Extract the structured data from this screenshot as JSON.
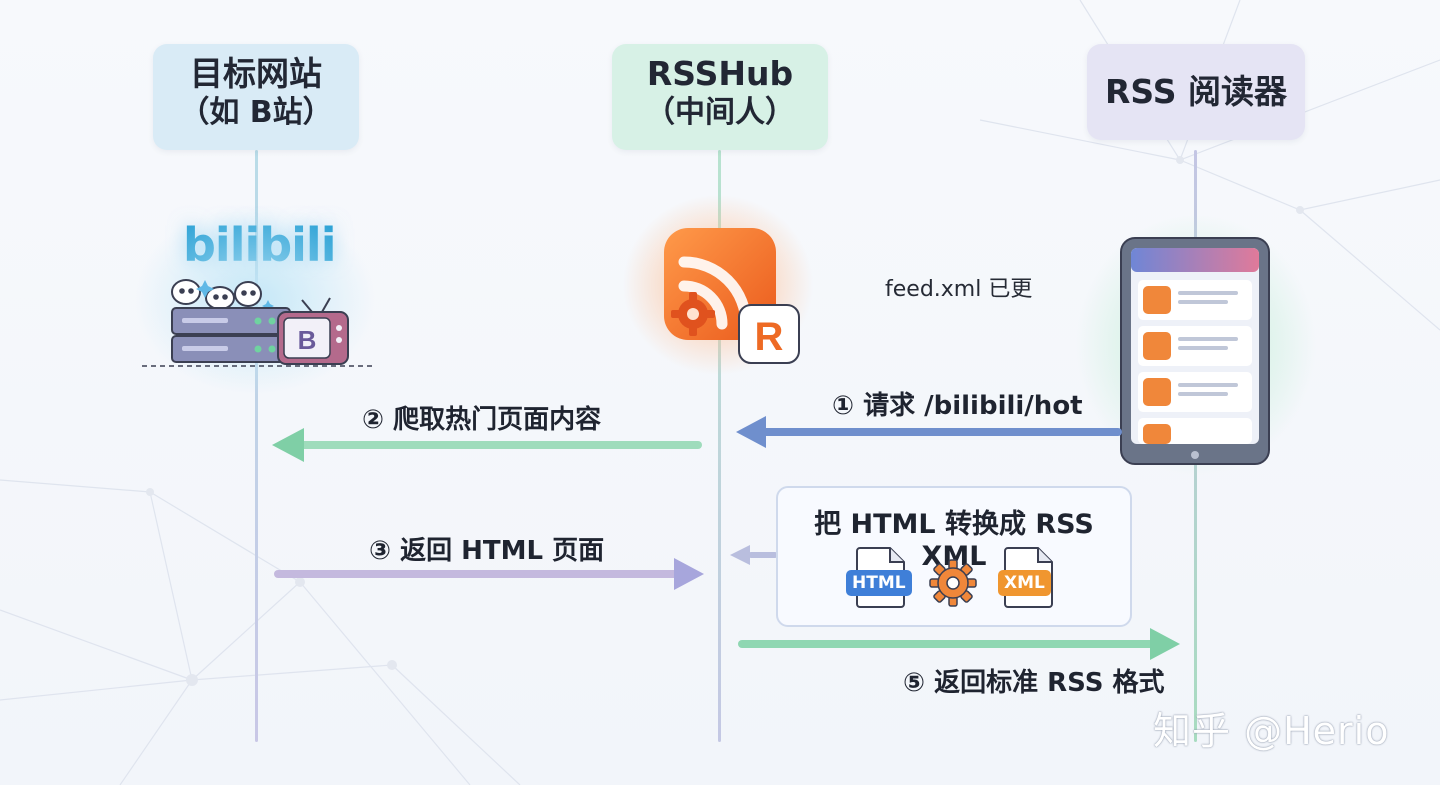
{
  "columns": {
    "target": {
      "line1": "目标网站",
      "line2": "（如 B站）"
    },
    "hub": {
      "line1": "RSSHub",
      "line2": "（中间人）"
    },
    "reader": {
      "line1": "RSS 阅读器"
    }
  },
  "logos": {
    "bilibili_text": "bilibili",
    "tv_badge": "B",
    "rss_badge": "R"
  },
  "steps": {
    "step1": "① 请求 /bilibili/hot",
    "step2": "② 爬取热门页面内容",
    "step3": "③ 返回 HTML 页面",
    "step4": "把 HTML 转换成 RSS XML",
    "step5": "⑤ 返回标准 RSS 格式"
  },
  "feed_note": "feed.xml 已更",
  "convert": {
    "html_label": "HTML",
    "xml_label": "XML"
  },
  "watermark": "知乎 @Herio",
  "colors": {
    "target_header": "#d9ebf6",
    "hub_header": "#d7f1e6",
    "reader_header": "#e5e4f4",
    "rss_orange": "#f07a2a",
    "arrow_blue": "#6f8fcd",
    "arrow_green": "#7fcfa6",
    "arrow_purple": "#a7a6dc",
    "html_blue": "#3f7fd8",
    "xml_orange": "#f0962f"
  }
}
